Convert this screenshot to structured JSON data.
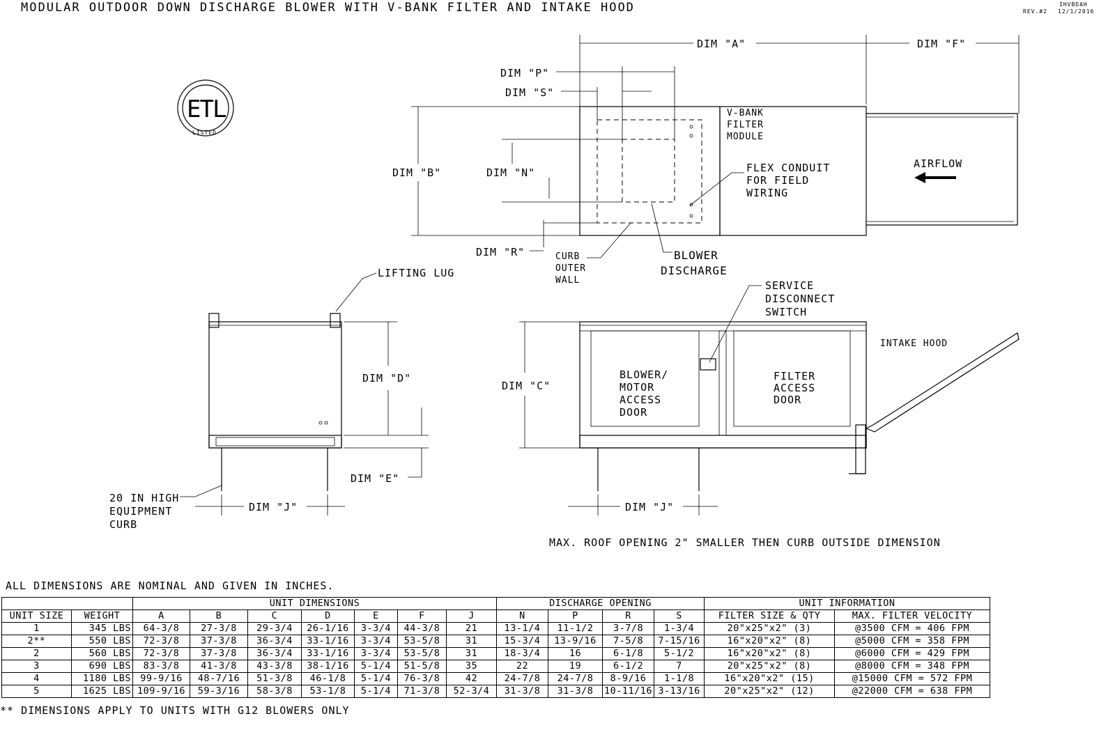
{
  "title": "MODULAR OUTDOOR DOWN DISCHARGE BLOWER WITH V-BANK FILTER AND INTAKE HOOD",
  "drawing_id": "IHVBDAH",
  "revision": "REV.#2",
  "date": "12/1/2016",
  "logo_text": "ETL LISTED",
  "labels": {
    "dim_a": "DIM \"A\"",
    "dim_f": "DIM \"F\"",
    "dim_p": "DIM \"P\"",
    "dim_s": "DIM \"S\"",
    "dim_b": "DIM \"B\"",
    "dim_n": "DIM \"N\"",
    "dim_r": "DIM \"R\"",
    "dim_d": "DIM \"D\"",
    "dim_e": "DIM \"E\"",
    "dim_j": "DIM \"J\"",
    "dim_c": "DIM \"C\"",
    "vbank": [
      "V-BANK",
      "FILTER",
      "MODULE"
    ],
    "flex": [
      "FLEX CONDUIT",
      "FOR FIELD",
      "WIRING"
    ],
    "airflow": "AIRFLOW",
    "curb_outer": [
      "CURB",
      "OUTER",
      "WALL"
    ],
    "blower_discharge": [
      "BLOWER",
      "DISCHARGE"
    ],
    "lifting_lug": "LIFTING LUG",
    "service": [
      "SERVICE",
      "DISCONNECT",
      "SWITCH"
    ],
    "intake_hood": "INTAKE HOOD",
    "blower_door": [
      "BLOWER/",
      "MOTOR",
      "ACCESS",
      "DOOR"
    ],
    "filter_door": [
      "FILTER",
      "ACCESS",
      "DOOR"
    ],
    "curb": [
      "20 IN HIGH",
      "EQUIPMENT",
      "CURB"
    ],
    "roof_note": "MAX. ROOF OPENING 2\" SMALLER THEN CURB OUTSIDE DIMENSION"
  },
  "table": {
    "note_top": "ALL DIMENSIONS ARE NOMINAL AND GIVEN IN INCHES.",
    "group_headers": [
      "UNIT DIMENSIONS",
      "DISCHARGE OPENING",
      "UNIT INFORMATION"
    ],
    "columns": [
      "UNIT SIZE",
      "WEIGHT",
      "A",
      "B",
      "C",
      "D",
      "E",
      "F",
      "J",
      "N",
      "P",
      "R",
      "S",
      "FILTER SIZE & QTY",
      "MAX. FILTER VELOCITY"
    ],
    "rows": [
      [
        "1",
        "345 LBS",
        "64-3/8",
        "27-3/8",
        "29-3/4",
        "26-1/16",
        "3-3/4",
        "44-3/8",
        "21",
        "13-1/4",
        "11-1/2",
        "3-7/8",
        "1-3/4",
        "20\"x25\"x2\" (3)",
        "@3500 CFM = 406 FPM"
      ],
      [
        "2**",
        "550 LBS",
        "72-3/8",
        "37-3/8",
        "36-3/4",
        "33-1/16",
        "3-3/4",
        "53-5/8",
        "31",
        "15-3/4",
        "13-9/16",
        "7-5/8",
        "7-15/16",
        "16\"x20\"x2\" (8)",
        "@5000 CFM = 358 FPM"
      ],
      [
        "2",
        "560 LBS",
        "72-3/8",
        "37-3/8",
        "36-3/4",
        "33-1/16",
        "3-3/4",
        "53-5/8",
        "31",
        "18-3/4",
        "16",
        "6-1/8",
        "5-1/2",
        "16\"x20\"x2\" (8)",
        "@6000 CFM = 429 FPM"
      ],
      [
        "3",
        "690 LBS",
        "83-3/8",
        "41-3/8",
        "43-3/8",
        "38-1/16",
        "5-1/4",
        "51-5/8",
        "35",
        "22",
        "19",
        "6-1/2",
        "7",
        "20\"x25\"x2\" (8)",
        "@8000 CFM = 348 FPM"
      ],
      [
        "4",
        "1180 LBS",
        "99-9/16",
        "48-7/16",
        "51-3/8",
        "46-1/8",
        "5-1/4",
        "76-3/8",
        "42",
        "24-7/8",
        "24-7/8",
        "8-9/16",
        "1-1/8",
        "16\"x20\"x2\" (15)",
        "@15000 CFM = 572 FPM"
      ],
      [
        "5",
        "1625 LBS",
        "109-9/16",
        "59-3/16",
        "58-3/8",
        "53-1/8",
        "5-1/4",
        "71-3/8",
        "52-3/4",
        "31-3/8",
        "31-3/8",
        "10-11/16",
        "3-13/16",
        "20\"x25\"x2\" (12)",
        "@22000 CFM = 638 FPM"
      ]
    ],
    "footnote": "** DIMENSIONS APPLY TO UNITS WITH G12 BLOWERS ONLY"
  }
}
